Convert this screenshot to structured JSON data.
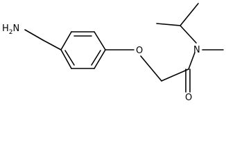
{
  "molecule": {
    "atoms": {
      "amine": {
        "main": "H",
        "sub": "2",
        "tail": "N"
      },
      "ether_oxygen": "O",
      "amide_nitrogen": "N",
      "carbonyl_oxygen": "O"
    },
    "colors": {
      "bond": "#000000",
      "label": "#000000",
      "background": "#ffffff"
    }
  }
}
